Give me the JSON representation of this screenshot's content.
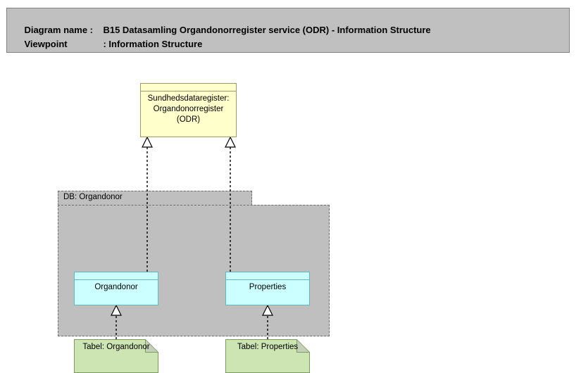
{
  "header": {
    "diagram_name_label": "Diagram name :",
    "diagram_name_value": "B15 Datasamling Organdonorregister service (ODR) - Information Structure",
    "viewpoint_label": "Viewpoint",
    "viewpoint_separator": ": ",
    "viewpoint_value": "Information Structure",
    "background_color": "#c0c0c0",
    "border_color": "#808080"
  },
  "diagram": {
    "type": "archimate-information-structure",
    "nodes": {
      "odr": {
        "label": "Sundhedsdataregister:\nOrgandonorregister\n(ODR)",
        "line1": "Sundhedsdataregister:",
        "line2": "Organdonorregister",
        "line3": "(ODR)",
        "kind": "data-object",
        "fill": "#ffffcc",
        "stroke": "#9a9a6a"
      },
      "group": {
        "label": "DB: Organdonor",
        "kind": "grouping",
        "fill": "#bfbfbf",
        "stroke": "#6e6e6e"
      },
      "organdonor_class": {
        "label": "Organdonor",
        "kind": "data-object",
        "fill": "#ccffff",
        "stroke": "#5fb9c4"
      },
      "properties_class": {
        "label": "Properties",
        "kind": "data-object",
        "fill": "#ccffff",
        "stroke": "#5fb9c4"
      },
      "tabel_organdonor": {
        "label": "Tabel: Organdonor",
        "kind": "artifact",
        "fill": "#cce5b3",
        "stroke": "#7a9a5e"
      },
      "tabel_properties": {
        "label": "Tabel: Properties",
        "kind": "artifact",
        "fill": "#cce5b3",
        "stroke": "#7a9a5e"
      }
    },
    "connections": [
      {
        "name": "organdonor-realizes-odr",
        "from": "organdonor_class",
        "to": "odr",
        "kind": "realization"
      },
      {
        "name": "properties-realizes-odr",
        "from": "properties_class",
        "to": "odr",
        "kind": "realization"
      },
      {
        "name": "tabel-organdonor-realizes",
        "from": "tabel_organdonor",
        "to": "organdonor_class",
        "kind": "realization"
      },
      {
        "name": "tabel-properties-realizes",
        "from": "tabel_properties",
        "to": "properties_class",
        "kind": "realization"
      }
    ]
  }
}
